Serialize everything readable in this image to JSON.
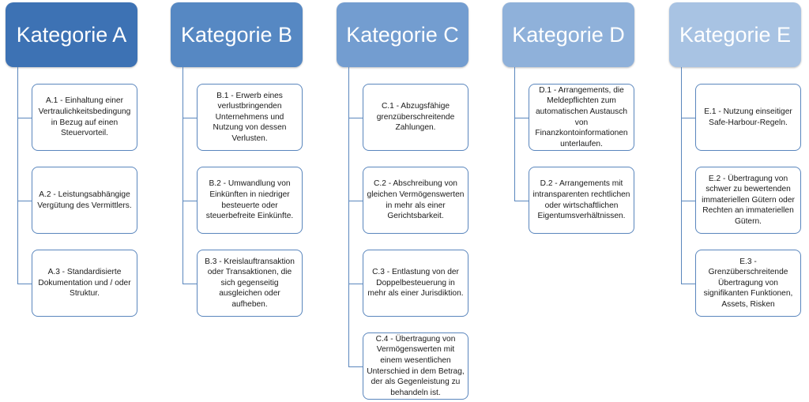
{
  "categories": [
    {
      "title": "Kategorie A",
      "color": "#3d72b4",
      "items": [
        "A.1 - Einhaltung einer Vertraulichkeitsbedingung in Bezug auf einen Steuervorteil.",
        "A.2 - Leistungsabhängige Vergütung des Vermittlers.",
        "A.3 - Standardisierte Dokumentation und / oder Struktur."
      ]
    },
    {
      "title": "Kategorie B",
      "color": "#5688c3",
      "items": [
        "B.1 - Erwerb eines verlustbringenden Unternehmens und Nutzung von dessen Verlusten.",
        "B.2 - Umwandlung von Einkünften in niedriger besteuerte oder steuerbefreite Einkünfte.",
        "B.3 - Kreislauftransaktion oder Transaktionen, die sich gegenseitig ausgleichen oder aufheben."
      ]
    },
    {
      "title": "Kategorie C",
      "color": "#739dd0",
      "items": [
        "C.1 - Abzugsfähige grenzüberschreitende Zahlungen.",
        "C.2 - Abschreibung von gleichen Vermögenswerten in mehr als einer Gerichtsbarkeit.",
        "C.3 - Entlastung von der Doppelbesteuerung in mehr als einer Jurisdiktion.",
        "C.4 - Übertragung von Vermögenswerten mit einem wesentlichen Unterschied in dem Betrag, der als Gegenleistung zu behandeln ist."
      ]
    },
    {
      "title": "Kategorie D",
      "color": "#8fb1da",
      "items": [
        "D.1 - Arrangements, die Meldepflichten zum automatischen Austausch von Finanzkontoinformationen unterlaufen.",
        "D.2 - Arrangements mit intransparenten rechtlichen oder wirtschaftlichen Eigentumsverhältnissen."
      ]
    },
    {
      "title": "Kategorie E",
      "color": "#a8c3e3",
      "items": [
        "E.1 - Nutzung einseitiger Safe-Harbour-Regeln.",
        "E.2 - Übertragung von schwer zu bewertenden immateriellen Gütern oder Rechten an immateriellen Gütern.",
        "E.3 - Grenzüberschreitende Übertragung von signifikanten Funktionen, Assets, Risken"
      ]
    }
  ]
}
